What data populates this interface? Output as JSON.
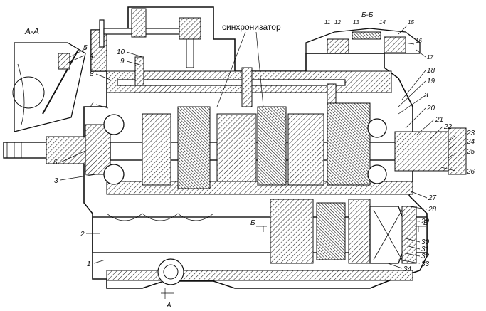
{
  "section_labels": {
    "section_aa": "А-А",
    "section_bb": "Б-Б",
    "cut_b_left": "Б",
    "cut_b_right": "Б",
    "cut_a_bottom": "А"
  },
  "title_label": "синхронизатор",
  "callouts": {
    "c1": "1",
    "c2": "2",
    "c3a": "3",
    "c3b": "3",
    "c4": "4",
    "c5": "5",
    "c6": "6",
    "c7": "7",
    "c8": "8",
    "c9": "9",
    "c10": "10",
    "c11": "11",
    "c12": "12",
    "c13": "13",
    "c14": "14",
    "c15": "15",
    "c16": "16",
    "c17": "17",
    "c18": "18",
    "c19": "19",
    "c20": "20",
    "c21": "21",
    "c22": "22",
    "c23": "23",
    "c24": "24",
    "c25": "25",
    "c26": "26",
    "c27": "27",
    "c28": "28",
    "c29": "29",
    "c30": "30",
    "c31": "31",
    "c32": "32",
    "c33": "33",
    "c34": "34"
  }
}
